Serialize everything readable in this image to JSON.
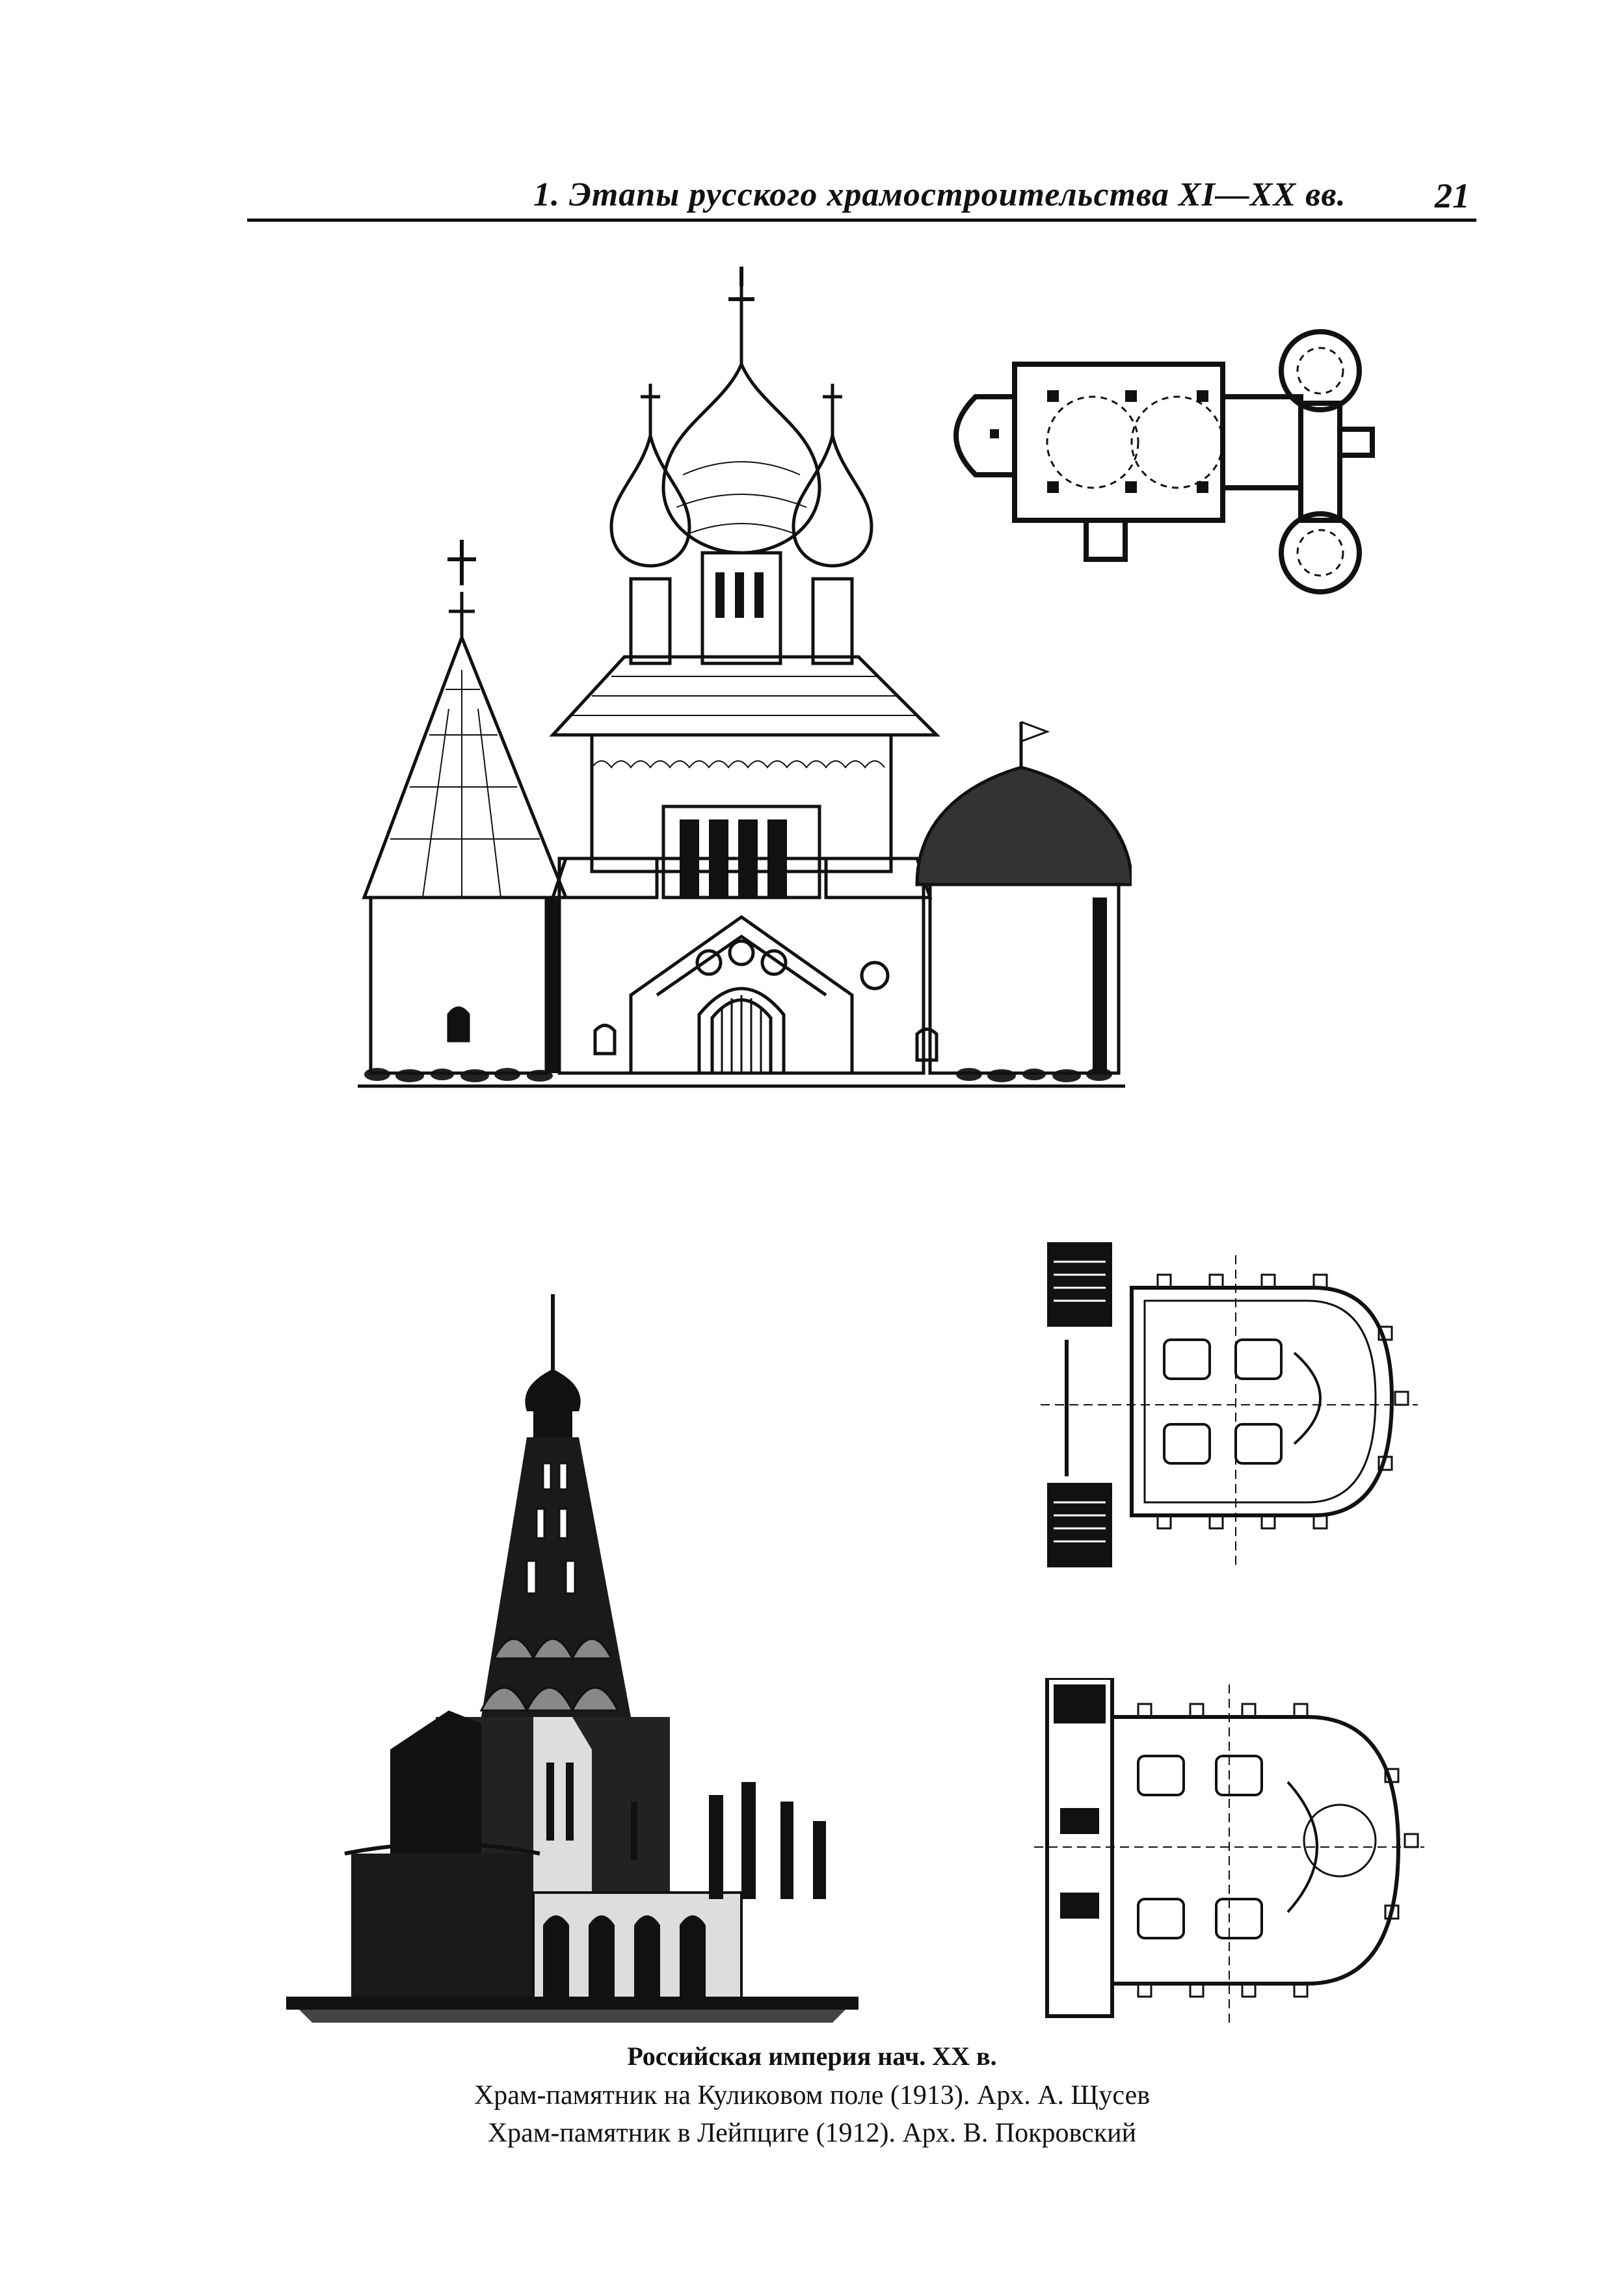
{
  "header": {
    "running_title": "1. Этапы русского храмостроительства XI—XX вв.",
    "page_number": "21"
  },
  "caption": {
    "title": "Российская империя нач. XX в.",
    "lines": [
      "Храм-памятник на Куликовом поле (1913). Арх. А. Щусев",
      "Храм-памятник в Лейпциге (1912). Арх. В. Покровский"
    ]
  },
  "figures": [
    {
      "name": "kulikovo-elevation-drawing"
    },
    {
      "name": "kulikovo-floor-plan"
    },
    {
      "name": "leipzig-church-drawing"
    },
    {
      "name": "leipzig-floor-plan-upper"
    },
    {
      "name": "leipzig-floor-plan-lower"
    }
  ],
  "colors": {
    "ink": "#111111",
    "paper": "#ffffff"
  }
}
